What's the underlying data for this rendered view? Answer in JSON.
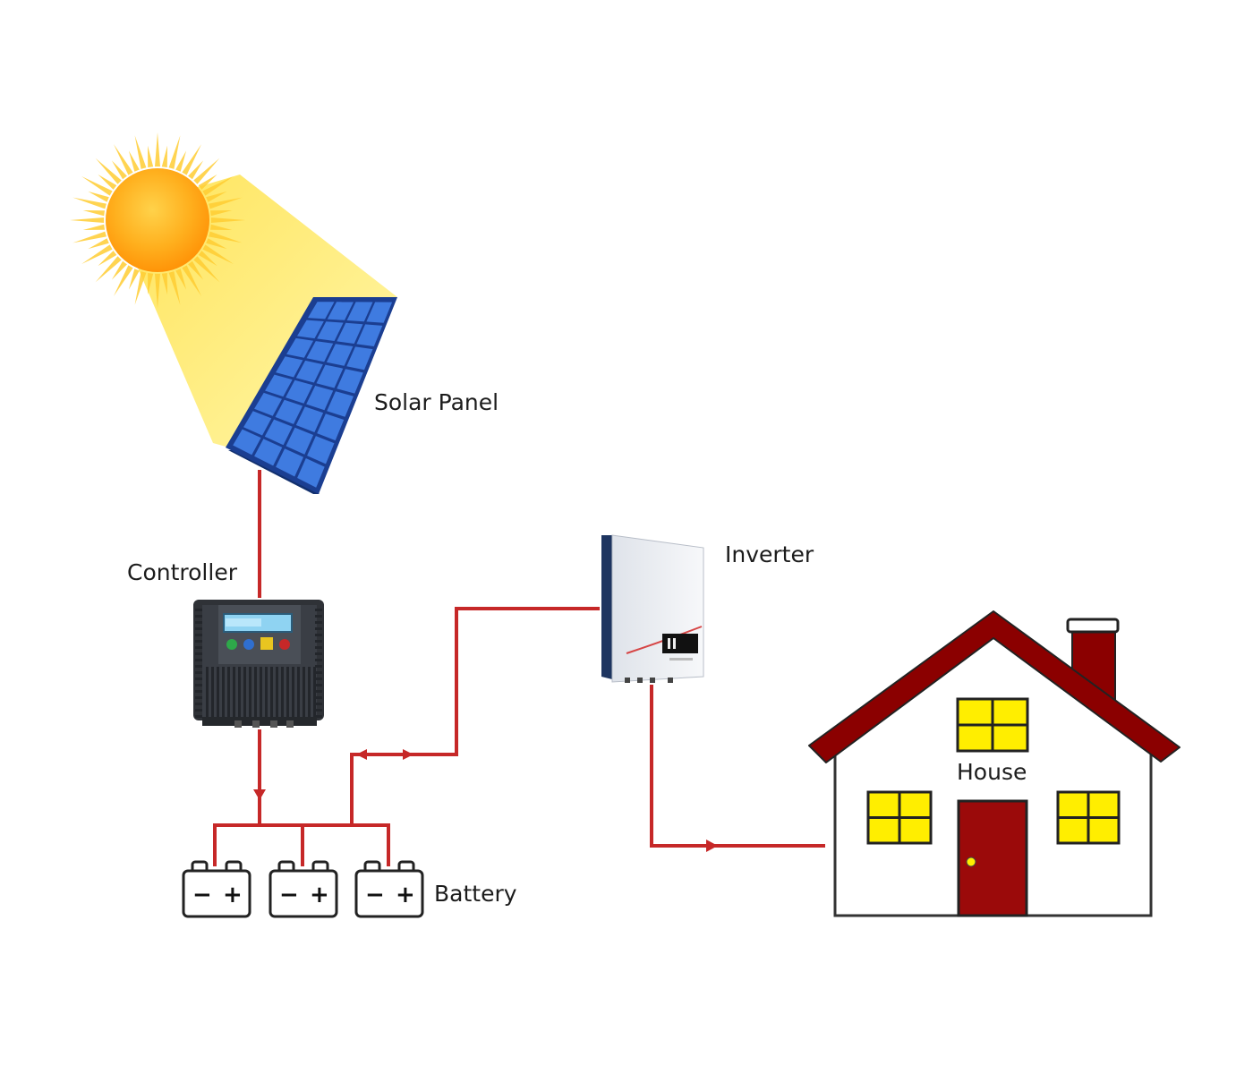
{
  "labels": {
    "solar_panel": "Solar Panel",
    "controller": "Controller",
    "inverter": "Inverter",
    "house": "House",
    "battery": "Battery"
  },
  "battery_count": 3,
  "battery_terminals": {
    "negative": "−",
    "positive": "+"
  },
  "colors": {
    "wire": "#c62828",
    "sun_core": "#ff9f10",
    "sun_rays": "#ffcc33",
    "light_beam": "#fff27a",
    "panel_cell": "#3f7be0",
    "panel_frame": "#1b3e91",
    "controller_body": "#3a3e45",
    "controller_screen": "#8fd3f2",
    "inverter_body": "#eef0f4",
    "roof": "#8b0000",
    "door": "#9b0a0a",
    "window": "#ffee00",
    "house_wall": "#ffffff"
  }
}
